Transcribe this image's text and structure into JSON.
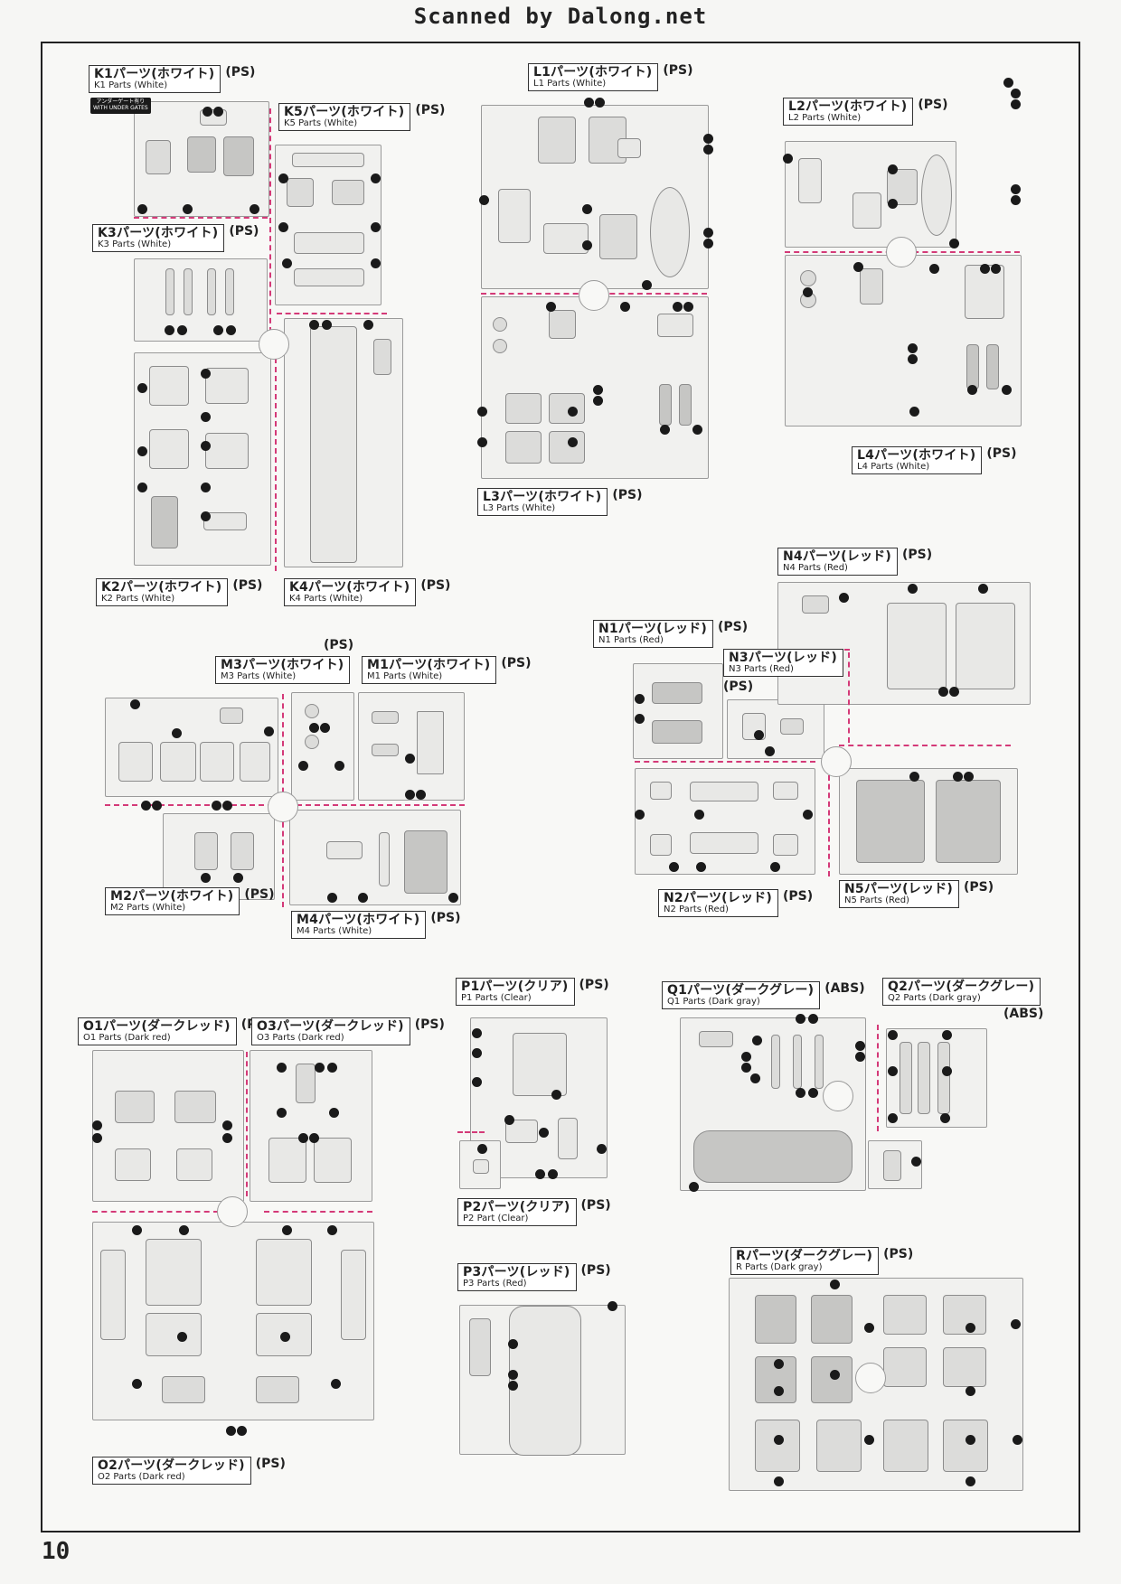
{
  "header": {
    "title": "Scanned by Dalong.net"
  },
  "page": {
    "number": "10"
  },
  "badge": {
    "line1": "アンダーゲート有り",
    "line2": "WITH UNDER GATES"
  },
  "labels": {
    "k1": {
      "jp": "K1パーツ(ホワイト)",
      "en": "K1 Parts (White)",
      "mat": "(PS)"
    },
    "k5": {
      "jp": "K5パーツ(ホワイト)",
      "en": "K5 Parts (White)",
      "mat": "(PS)"
    },
    "k3": {
      "jp": "K3パーツ(ホワイト)",
      "en": "K3 Parts (White)",
      "mat": "(PS)"
    },
    "k2": {
      "jp": "K2パーツ(ホワイト)",
      "en": "K2 Parts (White)",
      "mat": "(PS)"
    },
    "k4": {
      "jp": "K4パーツ(ホワイト)",
      "en": "K4 Parts (White)",
      "mat": "(PS)"
    },
    "l1": {
      "jp": "L1パーツ(ホワイト)",
      "en": "L1 Parts (White)",
      "mat": "(PS)"
    },
    "l2": {
      "jp": "L2パーツ(ホワイト)",
      "en": "L2 Parts (White)",
      "mat": "(PS)"
    },
    "l3": {
      "jp": "L3パーツ(ホワイト)",
      "en": "L3 Parts (White)",
      "mat": "(PS)"
    },
    "l4": {
      "jp": "L4パーツ(ホワイト)",
      "en": "L4 Parts (White)",
      "mat": "(PS)"
    },
    "m3": {
      "jp": "M3パーツ(ホワイト)",
      "en": "M3 Parts (White)",
      "mat": "(PS)"
    },
    "m1": {
      "jp": "M1パーツ(ホワイト)",
      "en": "M1 Parts (White)",
      "mat": "(PS)"
    },
    "m2": {
      "jp": "M2パーツ(ホワイト)",
      "en": "M2 Parts (White)",
      "mat": "(PS)"
    },
    "m4": {
      "jp": "M4パーツ(ホワイト)",
      "en": "M4 Parts (White)",
      "mat": "(PS)"
    },
    "n1": {
      "jp": "N1パーツ(レッド)",
      "en": "N1 Parts (Red)",
      "mat": "(PS)"
    },
    "n3": {
      "jp": "N3パーツ(レッド)",
      "en": "N3 Parts (Red)",
      "mat": "(PS)"
    },
    "n4": {
      "jp": "N4パーツ(レッド)",
      "en": "N4 Parts (Red)",
      "mat": "(PS)"
    },
    "n2": {
      "jp": "N2パーツ(レッド)",
      "en": "N2 Parts (Red)",
      "mat": "(PS)"
    },
    "n5": {
      "jp": "N5パーツ(レッド)",
      "en": "N5 Parts (Red)",
      "mat": "(PS)"
    },
    "o1": {
      "jp": "O1パーツ(ダークレッド)",
      "en": "O1 Parts (Dark red)",
      "mat": "(PS)"
    },
    "o3": {
      "jp": "O3パーツ(ダークレッド)",
      "en": "O3 Parts (Dark red)",
      "mat": "(PS)"
    },
    "o2": {
      "jp": "O2パーツ(ダークレッド)",
      "en": "O2 Parts (Dark red)",
      "mat": "(PS)"
    },
    "p1": {
      "jp": "P1パーツ(クリア)",
      "en": "P1 Parts (Clear)",
      "mat": "(PS)"
    },
    "p2": {
      "jp": "P2パーツ(クリア)",
      "en": "P2 Part (Clear)",
      "mat": "(PS)"
    },
    "p3": {
      "jp": "P3パーツ(レッド)",
      "en": "P3 Parts (Red)",
      "mat": "(PS)"
    },
    "q1": {
      "jp": "Q1パーツ(ダークグレー)",
      "en": "Q1 Parts (Dark gray)",
      "mat": "(ABS)"
    },
    "q2": {
      "jp": "Q2パーツ(ダークグレー)",
      "en": "Q2 Parts (Dark gray)",
      "mat": "(ABS)"
    },
    "r": {
      "jp": "Rパーツ(ダークグレー)",
      "en": "R Parts (Dark gray)",
      "mat": "(PS)"
    }
  }
}
